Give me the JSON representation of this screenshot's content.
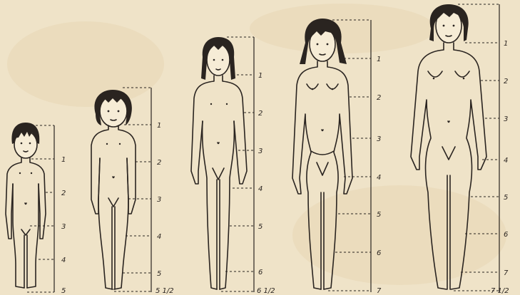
{
  "colors": {
    "paper": "#efe3c8",
    "ink": "#2a2420",
    "shade": "#e7d7b4"
  },
  "figures": [
    {
      "name": "toddler",
      "units": [
        "1",
        "2",
        "3",
        "4",
        "5"
      ]
    },
    {
      "name": "young-child",
      "units": [
        "1",
        "2",
        "3",
        "4",
        "5",
        "5 1/2"
      ]
    },
    {
      "name": "child",
      "units": [
        "1",
        "2",
        "3",
        "4",
        "5",
        "6",
        "6 1/2"
      ]
    },
    {
      "name": "adolescent",
      "units": [
        "1",
        "2",
        "3",
        "4",
        "5",
        "6",
        "7"
      ]
    },
    {
      "name": "adult",
      "units": [
        "1",
        "2",
        "3",
        "4",
        "5",
        "6",
        "7",
        "7 1/2"
      ]
    }
  ]
}
